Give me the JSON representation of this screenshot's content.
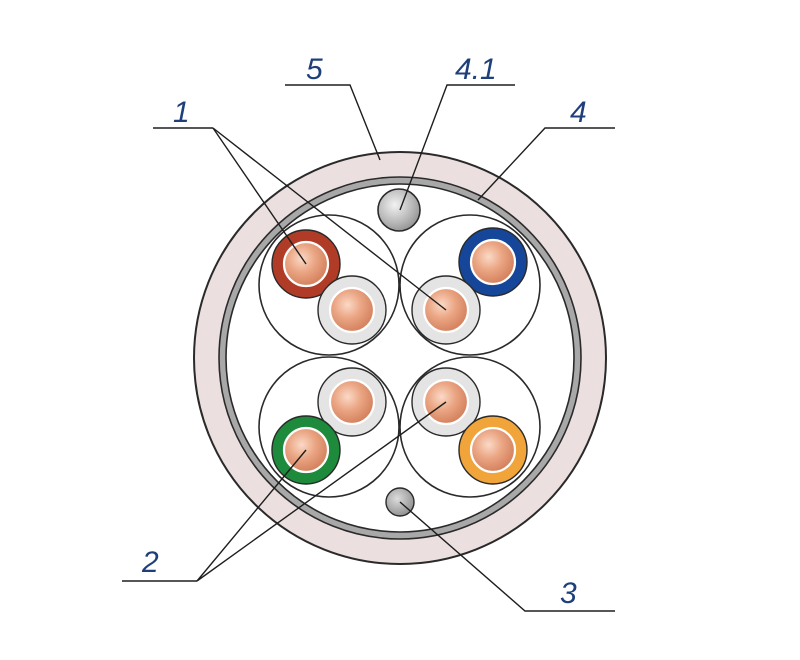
{
  "diagram": {
    "type": "cable-cross-section",
    "callouts": [
      {
        "id": "1",
        "label": "1"
      },
      {
        "id": "2",
        "label": "2"
      },
      {
        "id": "3",
        "label": "3"
      },
      {
        "id": "4",
        "label": "4"
      },
      {
        "id": "4.1",
        "label": "4.1"
      },
      {
        "id": "5",
        "label": "5"
      }
    ],
    "colors": {
      "jacket": "#ebe0df",
      "shield": "#a8a8a8",
      "copper": "#e69a78",
      "white_insulation": "#e4e4e4",
      "brown": "#b03c28",
      "blue": "#15469a",
      "green": "#1d8a3c",
      "orange": "#f0a43a",
      "label_text": "#1f3f7a"
    },
    "pairs": [
      {
        "color_name": "brown"
      },
      {
        "color_name": "blue"
      },
      {
        "color_name": "green"
      },
      {
        "color_name": "orange"
      }
    ]
  }
}
